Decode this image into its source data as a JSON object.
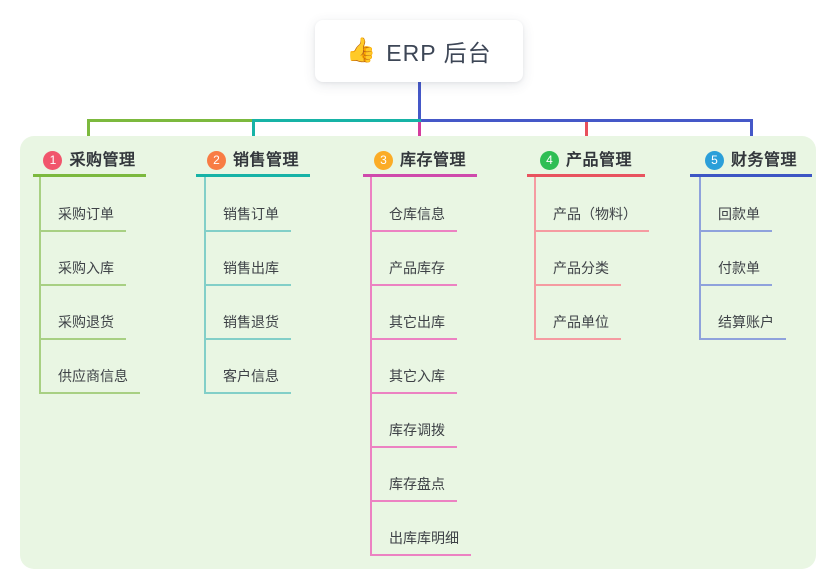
{
  "root": {
    "icon": "👍",
    "label": "ERP 后台"
  },
  "branches": [
    {
      "num": "1",
      "title": "采购管理",
      "accent": "#7cb93e",
      "badge_color": "#f1556c",
      "items": [
        "采购订单",
        "采购入库",
        "采购退货",
        "供应商信息"
      ]
    },
    {
      "num": "2",
      "title": "销售管理",
      "accent": "#17b3a6",
      "badge_color": "#f87c44",
      "items": [
        "销售订单",
        "销售出库",
        "销售退货",
        "客户信息"
      ]
    },
    {
      "num": "3",
      "title": "库存管理",
      "accent": "#cf4aac",
      "badge_color": "#fbac26",
      "items": [
        "仓库信息",
        "产品库存",
        "其它出库",
        "其它入库",
        "库存调拨",
        "库存盘点",
        "出库库明细"
      ]
    },
    {
      "num": "4",
      "title": "产品管理",
      "accent": "#e8535f",
      "badge_color": "#2fbe54",
      "items": [
        "产品（物料）",
        "产品分类",
        "产品单位"
      ]
    },
    {
      "num": "5",
      "title": "财务管理",
      "accent": "#3d56c4",
      "badge_color": "#2b9fd9",
      "items": [
        "回款单",
        "付款单",
        "结算账户"
      ]
    }
  ],
  "colors": {
    "panel_background": "#e9f6e3",
    "root_connector_blue": "#4558c8",
    "connector_green": "#7cb93e",
    "connector_teal": "#17b3a6",
    "connector_magenta": "#d43d9e",
    "connector_red": "#e8505c"
  }
}
